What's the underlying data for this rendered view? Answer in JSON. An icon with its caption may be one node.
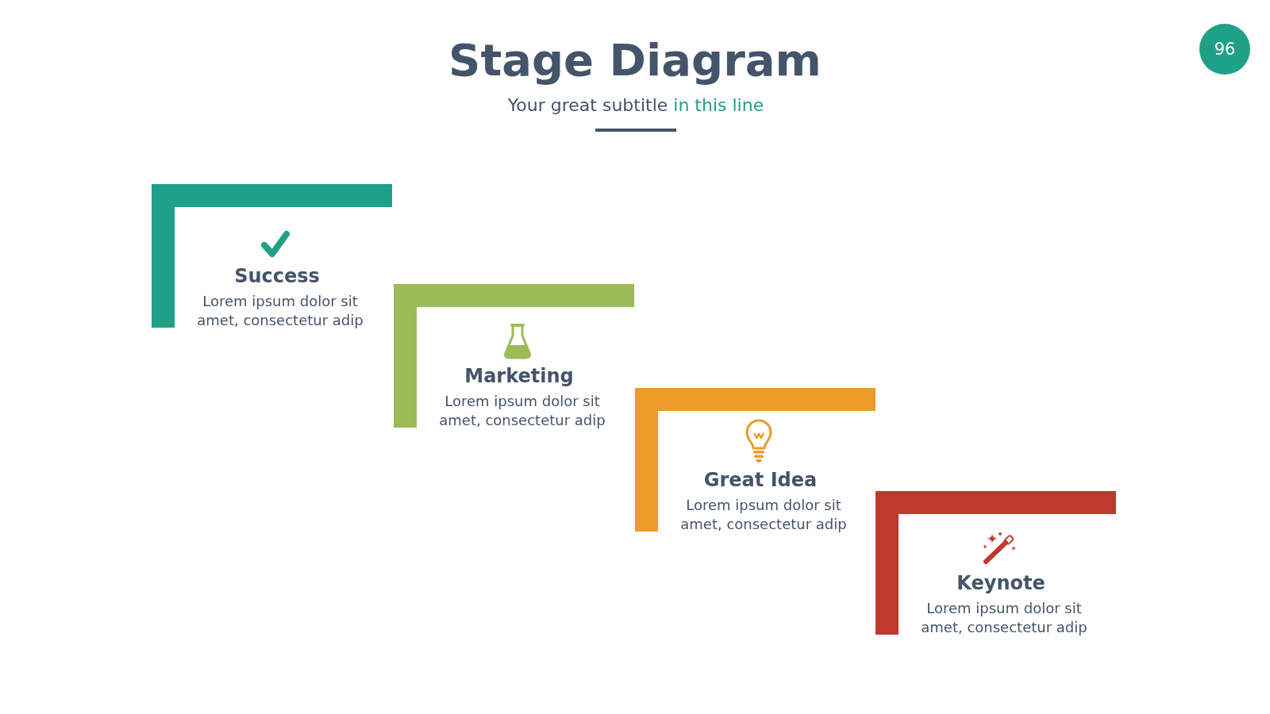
{
  "diagram": {
    "title": "Stage Diagram",
    "nodes": [
      {
        "text": [
          "Success",
          "Lorem ipsum dolor sit amet, consectetur adip"
        ]
      },
      {
        "text": [
          "Marketing",
          "Lorem ipsum dolor sit amet, consectetur adip"
        ]
      },
      {
        "text": [
          "Great Idea",
          "Lorem ipsum dolor sit amet, consectetur adip"
        ]
      },
      {
        "text": [
          "Keynote",
          "Lorem ipsum dolor sit amet, consectetur adip"
        ]
      }
    ],
    "labels": [
      "Your great subtitle",
      "in this line",
      "96"
    ]
  }
}
